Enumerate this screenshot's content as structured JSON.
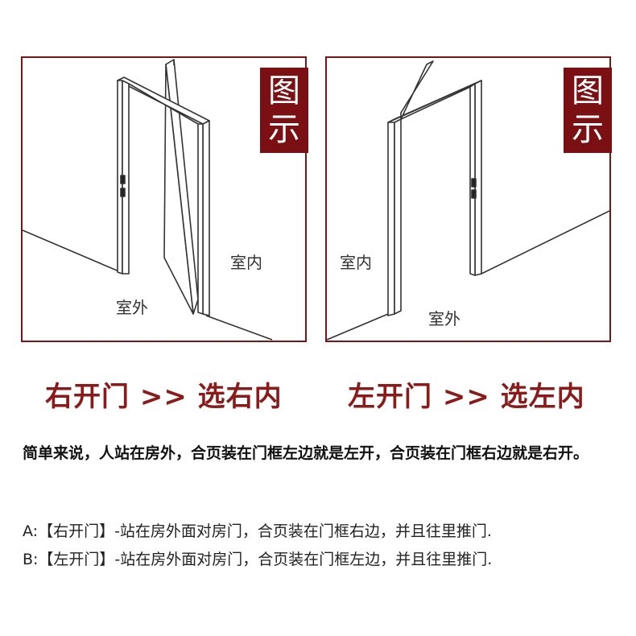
{
  "panels": {
    "left": {
      "badge": [
        "图",
        "示"
      ],
      "inside_label": "室内",
      "outside_label": "室外"
    },
    "right": {
      "badge": [
        "图",
        "示"
      ],
      "inside_label": "室内",
      "outside_label": "室外"
    }
  },
  "headings": {
    "left": "右开门 >> 选右内",
    "right": "左开门 >> 选左内"
  },
  "summary": "简单来说，人站在房外，合页装在门框左边就是左开，合页装在门框右边就是右开。",
  "notes": {
    "a": "A:【右开门】-站在房外面对房门，合页装在门框右边，并且往里推门.",
    "b": "B:【左开门】-站在房外面对房门，合页装在门框左边，并且往里推门."
  },
  "colors": {
    "accent": "#7a1014",
    "heading": "#8a1b1b"
  }
}
